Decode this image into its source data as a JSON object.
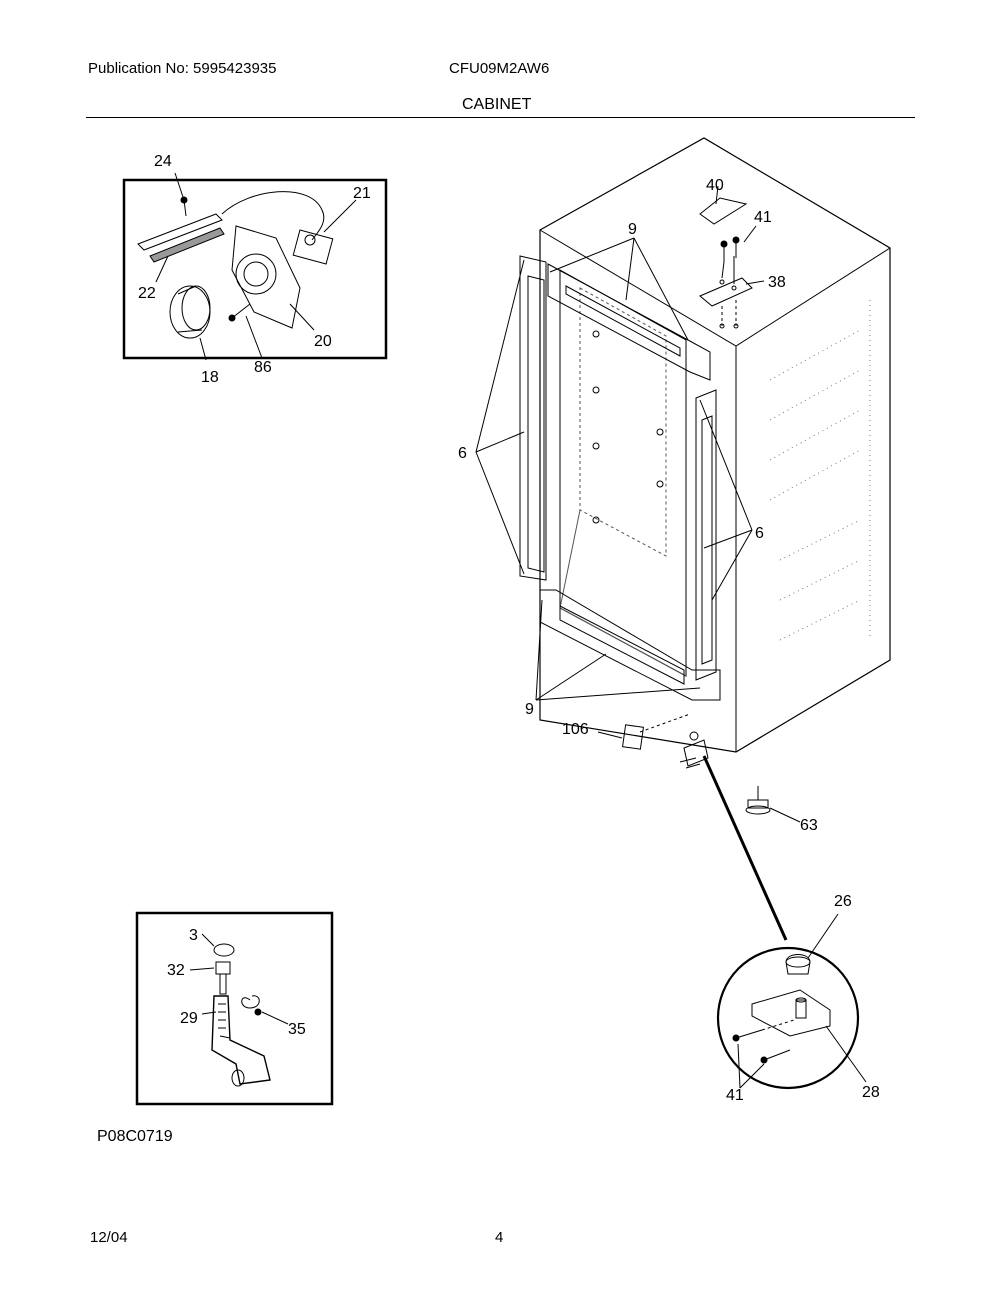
{
  "header": {
    "publication": "Publication No: 5995423935",
    "model": "CFU09M2AW6",
    "section": "CABINET"
  },
  "footer": {
    "figure_code": "P08C0719",
    "date": "12/04",
    "page": "4"
  },
  "callouts": {
    "p24": "24",
    "p21": "21",
    "p22": "22",
    "p20": "20",
    "p18": "18",
    "p86": "86",
    "p40": "40",
    "p41_top": "41",
    "p9_top": "9",
    "p38": "38",
    "p6_left": "6",
    "p6_right": "6",
    "p9_bottom": "9",
    "p106": "106",
    "p63": "63",
    "p26": "26",
    "p41_bottom": "41",
    "p28": "28",
    "p3": "3",
    "p32": "32",
    "p29": "29",
    "p35": "35"
  },
  "colors": {
    "line": "#000000",
    "paper": "#ffffff",
    "dots": "#777777"
  }
}
